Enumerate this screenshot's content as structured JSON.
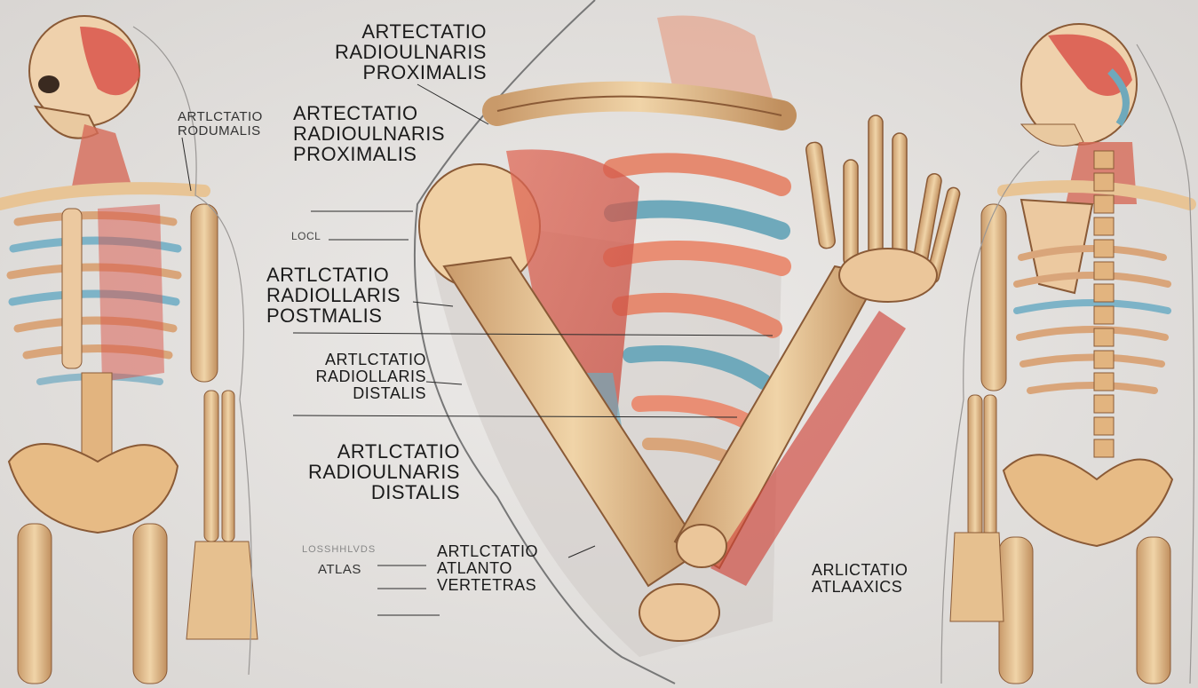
{
  "labels": {
    "top_center": [
      "ARTECTATIO",
      "RADIOULNARIS",
      "PROXIMALIS"
    ],
    "left_small": [
      "ARTLCTATIO",
      "RODUMALIS"
    ],
    "second": [
      "ARTECTATIO",
      "RADIOULNARIS",
      "PROXIMALIS"
    ],
    "locl": "LOCL",
    "third": [
      "ARTLCTATIO",
      "RADIOLLARIS",
      "POSTMALIS"
    ],
    "fourth": [
      "ARTLCTATIO",
      "RADIOLLARIS",
      "DISTALIS"
    ],
    "fifth": [
      "ARTLCTATIO",
      "RADIOULNARIS",
      "DISTALIS"
    ],
    "faint": "LOSSHHLVDS",
    "atlas": "ATLAS",
    "atlanto": [
      "ARTLCTATIO",
      "ATLANTO",
      "VERTETRAS"
    ],
    "right": [
      "ARLICTATIO",
      "ATLAAXICS"
    ]
  }
}
